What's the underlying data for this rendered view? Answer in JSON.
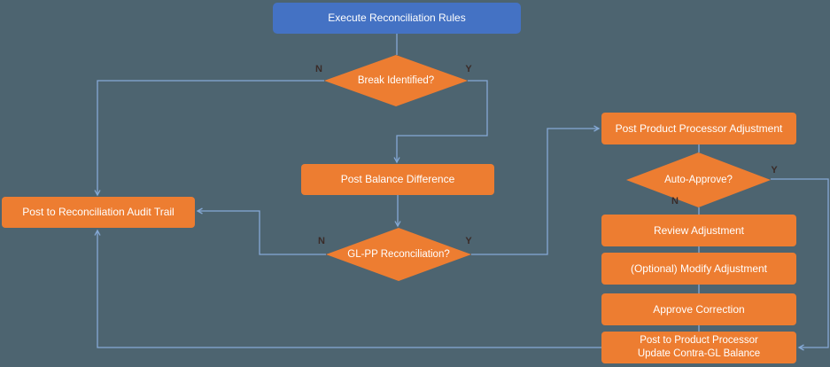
{
  "diagram": {
    "nodes": {
      "execute_rules": "Execute Reconciliation Rules",
      "break_identified": "Break Identified?",
      "post_balance_difference": "Post Balance Difference",
      "glpp_reconciliation": "GL-PP Reconciliation?",
      "post_audit_trail": "Post to Reconciliation Audit Trail",
      "post_pp_adjustment": "Post Product Processor Adjustment",
      "auto_approve": "Auto-Approve?",
      "review_adjustment": "Review Adjustment",
      "modify_adjustment": "(Optional) Modify Adjustment",
      "approve_correction": "Approve Correction",
      "post_pp_update": [
        "Post to Product Processor",
        "Update Contra-GL Balance"
      ]
    },
    "branch_labels": {
      "break_n": "N",
      "break_y": "Y",
      "glpp_n": "N",
      "glpp_y": "Y",
      "auto_n": "N",
      "auto_y": "Y"
    },
    "colors": {
      "background": "#4D6470",
      "process": "#ED7D31",
      "start": "#4472C4",
      "connector": "#85A9D6",
      "text": "#FFFFFF",
      "branch_label": "#3A2B28"
    }
  }
}
